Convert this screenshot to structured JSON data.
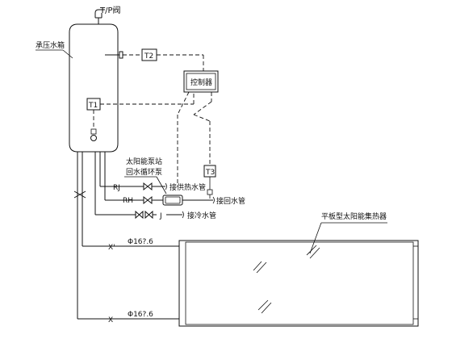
{
  "labels": {
    "tp_valve": "T/P阀",
    "tank": "承压水箱",
    "controller": "控制器",
    "t1": "T1",
    "t2": "T2",
    "t3": "T3",
    "pump_station": "太阳能泵站",
    "circ_pump": "回水循环泵",
    "rj": "RJ",
    "rj_pipe": "接供热水管",
    "rh": "RH",
    "rh_pipe": "接回水管",
    "j": "J",
    "j_pipe": "接冷水管",
    "collector": "平板型太阳能集热器",
    "xprime": "X'",
    "x": "X",
    "pipe_spec_top": "Φ16?.6",
    "pipe_spec_bottom": "Φ16?.6"
  }
}
